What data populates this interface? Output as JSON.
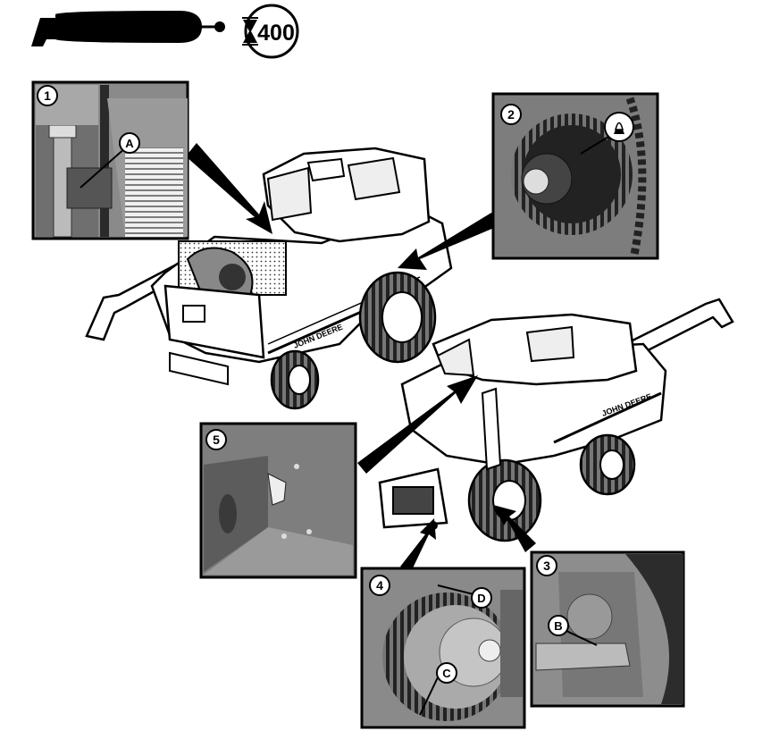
{
  "service_interval": {
    "hours": "400",
    "icon": "grease-gun-icon"
  },
  "callouts": [
    {
      "number": "1",
      "letters": [
        "A"
      ]
    },
    {
      "number": "2",
      "icon": "grease-fitting-icon"
    },
    {
      "number": "3",
      "letters": [
        "B"
      ]
    },
    {
      "number": "4",
      "letters": [
        "D",
        "C"
      ]
    },
    {
      "number": "5",
      "letters": []
    }
  ],
  "machine_branding": {
    "brand_text": "JOHN DEERE"
  }
}
